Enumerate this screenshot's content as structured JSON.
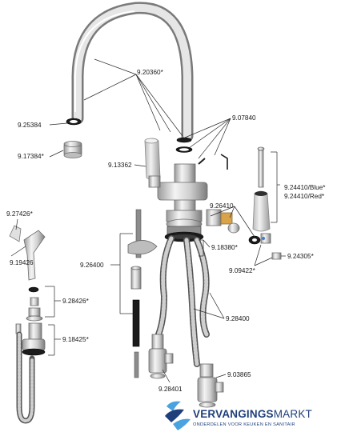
{
  "part_labels": {
    "spout": "9.20360*",
    "aerator_seal": "9.25384",
    "aerator": "9.17384*",
    "top_ring": "9.07840",
    "handle_left": "9.13362",
    "handle_right_kit": "9.26410",
    "handle_blue": "9.24410/Blue*",
    "handle_red": "9.24410/Red*",
    "spray_clip": "9.27426*",
    "spray_head": "9.19426",
    "mounting_kit": "9.26400",
    "base_ring": "9.18380*",
    "cartridge": "9.24305*",
    "cartridge_nut": "9.09422*",
    "spray_nut": "9.28426*",
    "spray_coupling": "9.18425*",
    "hoses": "9.28400",
    "valve_left": "9.28401",
    "valve_right": "9.03865"
  },
  "brand": {
    "name_bold": "VERVANGINGS",
    "name_light": "MARKT",
    "tagline": "ONDERDELEN VOOR KEUKEN EN SANITAIR",
    "primary_color": "#1f3f7a",
    "accent_color": "#4aa3df"
  }
}
